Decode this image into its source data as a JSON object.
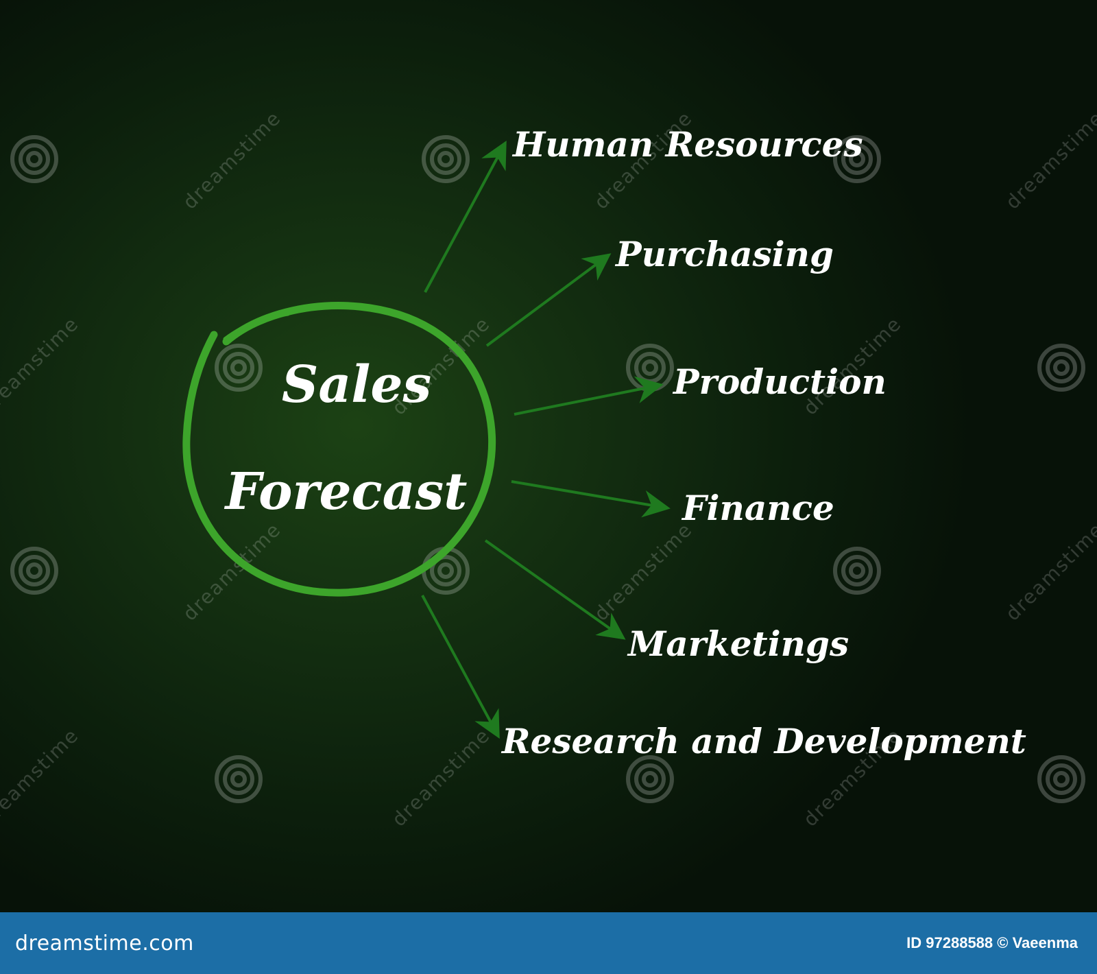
{
  "diagram": {
    "center": {
      "line1": "Sales",
      "line2": "Forecast"
    },
    "branches": [
      "Human Resources",
      "Purchasing",
      "Production",
      "Finance",
      "Marketings",
      "Research and Development"
    ]
  },
  "colors": {
    "circle": "#3da52b",
    "arrow": "#1f7a1f",
    "footer": "#1c6ea6"
  },
  "watermark": {
    "text": "dreamstime"
  },
  "footer": {
    "logo": "dreamstime.com",
    "credit": "ID 97288588 © Vaeenma"
  }
}
